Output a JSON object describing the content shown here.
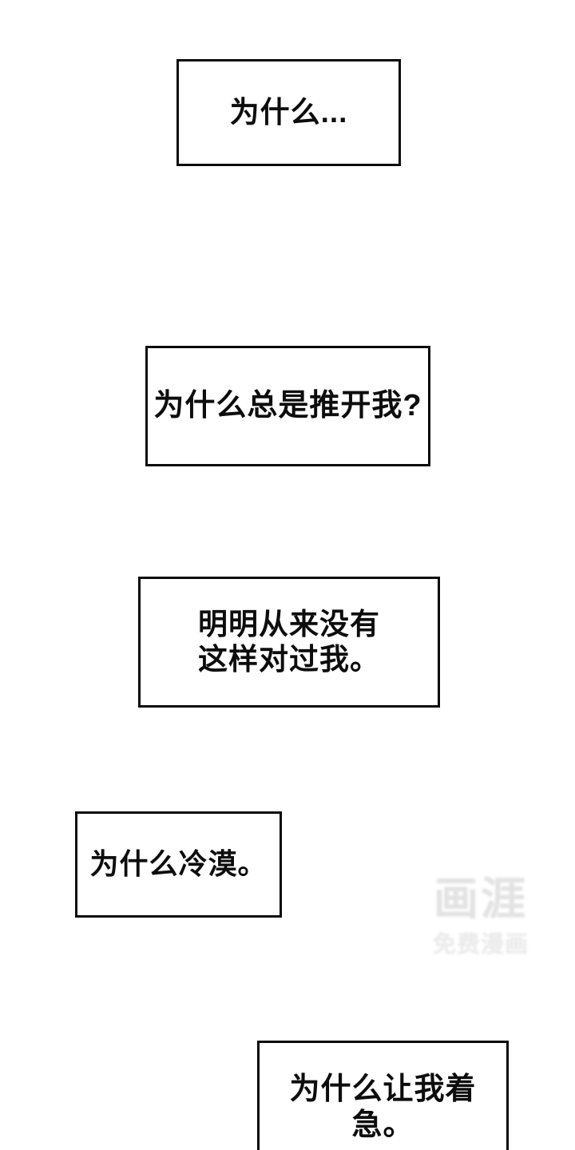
{
  "page": {
    "background_color": "#ffffff",
    "box_border_color": "#0a0a0a",
    "text_color": "#0d0d0d"
  },
  "panels": [
    {
      "text": "为什么..."
    },
    {
      "text": "为什么总是推开我?"
    },
    {
      "text": "明明从来没有\n这样对过我。"
    },
    {
      "text": "为什么冷漠。"
    },
    {
      "text": "为什么让我着急。"
    }
  ],
  "watermark": {
    "logo": "画涯",
    "caption": "免费漫画",
    "color": "#e3e3e3"
  }
}
